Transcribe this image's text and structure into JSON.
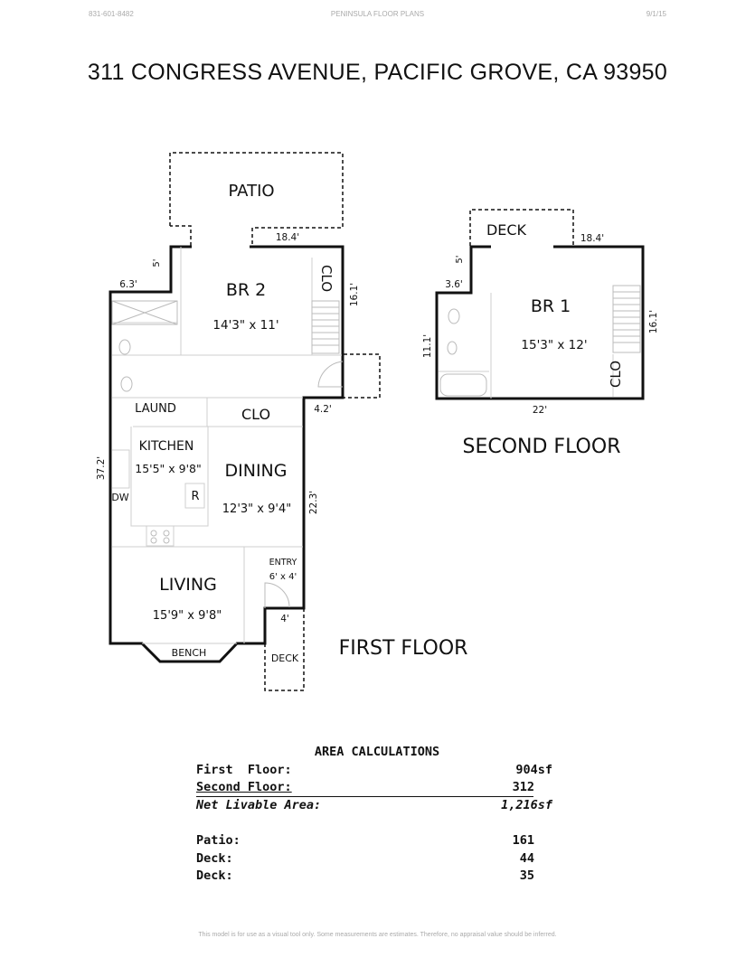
{
  "header": {
    "phone": "831-601-8482",
    "company": "PENINSULA FLOOR PLANS",
    "date": "9/1/15"
  },
  "title": "311 CONGRESS AVENUE, PACIFIC GROVE, CA  93950",
  "first_floor": {
    "label": "FIRST FLOOR",
    "rooms": {
      "patio": "PATIO",
      "br2": "BR 2",
      "br2_dims": "14'3\" x 11'",
      "clo_br2": "CLO",
      "laund": "LAUND",
      "clo": "CLO",
      "kitchen": "KITCHEN",
      "kitchen_dims": "15'5\" x 9'8\"",
      "dining": "DINING",
      "dining_dims": "12'3\" x 9'4\"",
      "dw": "DW",
      "r": "R",
      "entry": "ENTRY",
      "entry_dims": "6' x 4'",
      "living": "LIVING",
      "living_dims": "15'9\" x 9'8\"",
      "bench": "BENCH",
      "deck": "DECK"
    },
    "dimensions": {
      "top": "18.4'",
      "patio_depth": "5'",
      "bath_width": "6.3'",
      "right_upper": "16.1'",
      "step": "4.2'",
      "left": "37.2'",
      "right_lower": "22.3'",
      "entry_width": "4'"
    }
  },
  "second_floor": {
    "label": "SECOND FLOOR",
    "rooms": {
      "deck": "DECK",
      "br1": "BR 1",
      "br1_dims": "15'3\" x 12'",
      "clo": "CLO"
    },
    "dimensions": {
      "top": "18.4'",
      "deck_depth": "5'",
      "bath_width": "3.6'",
      "right": "16.1'",
      "left": "11.1'",
      "bottom": "22'"
    }
  },
  "area_calculations": {
    "heading": "AREA CALCULATIONS",
    "rows": [
      {
        "label": "First  Floor:",
        "value": "904sf"
      },
      {
        "label": "Second Floor:",
        "value": "312"
      },
      {
        "label": "Net Livable Area:",
        "value": "1,216sf"
      },
      {
        "label": "Patio:",
        "value": "161"
      },
      {
        "label": "Deck:",
        "value": "44"
      },
      {
        "label": "Deck:",
        "value": "35"
      }
    ]
  },
  "footer": "This model is for use as a visual tool only.  Some measurements are estimates.  Therefore, no appraisal value should be inferred."
}
